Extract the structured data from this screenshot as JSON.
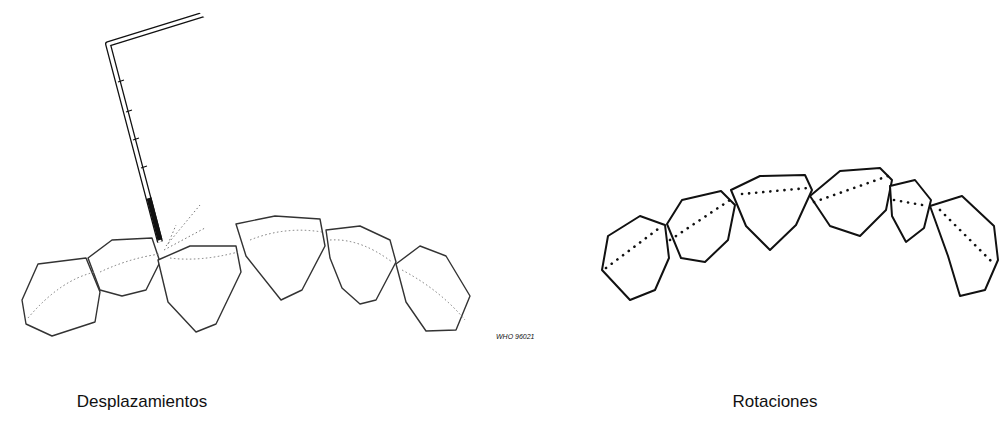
{
  "diagram": {
    "labels": [
      "Desplazamientos",
      "Rotaciones",
      "WHO 96021"
    ]
  }
}
